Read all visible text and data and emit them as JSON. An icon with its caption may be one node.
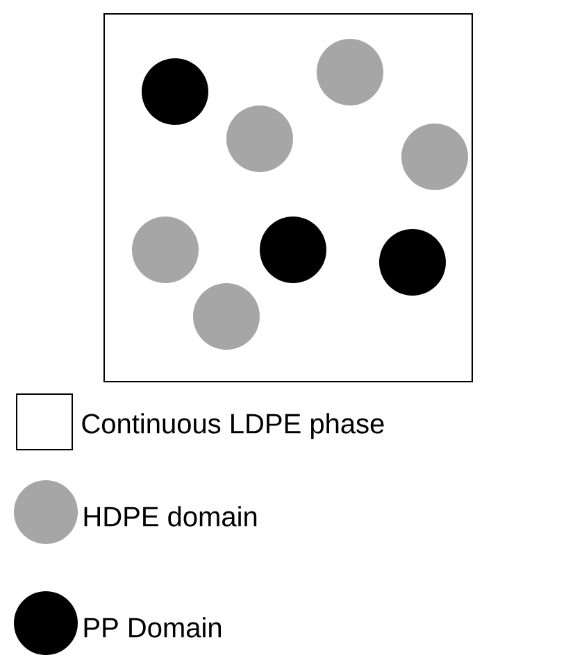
{
  "diagram": {
    "legend": [
      {
        "text": "Continuous LDPE phase"
      },
      {
        "text": "HDPE domain",
        "color": "#a6a6a6"
      },
      {
        "text": "PP Domain",
        "color": "#000000"
      }
    ]
  }
}
